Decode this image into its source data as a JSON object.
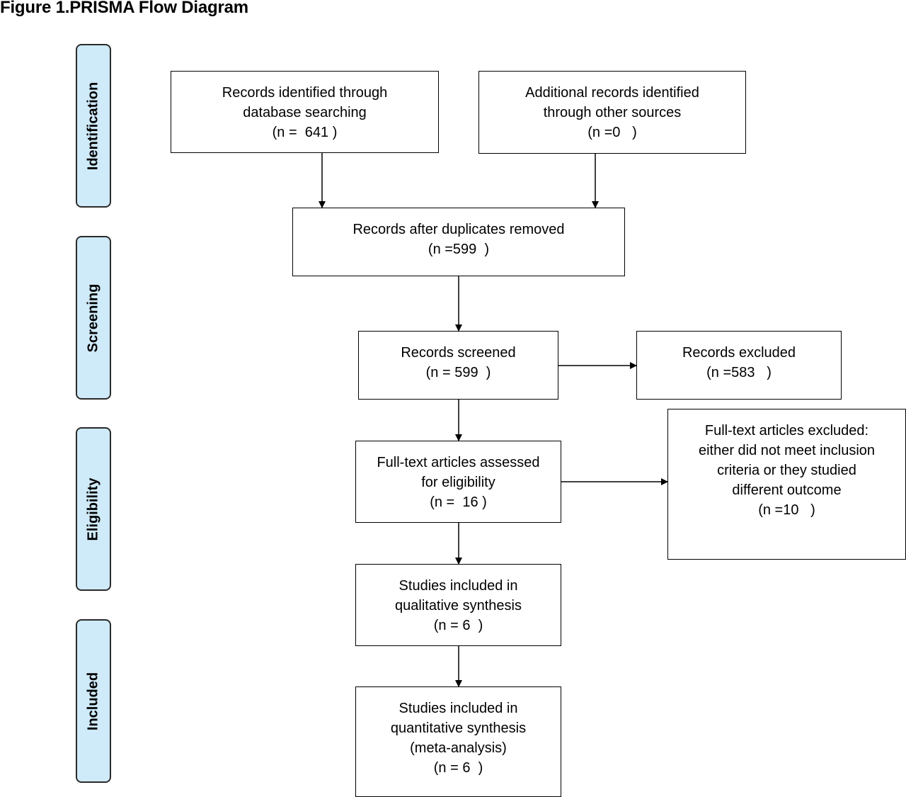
{
  "title": "Figure 1.PRISMA Flow Diagram",
  "stages": [
    {
      "id": "identification",
      "label": "Identification"
    },
    {
      "id": "screening",
      "label": "Screening"
    },
    {
      "id": "eligibility",
      "label": "Eligibility"
    },
    {
      "id": "included",
      "label": "Included"
    }
  ],
  "boxes": {
    "db_search": {
      "text": "Records identified through\ndatabase searching",
      "count": "(n =  641 )"
    },
    "other_sources": {
      "text": "Additional records identified\nthrough other sources",
      "count": "(n =0   )"
    },
    "after_duplicates": {
      "text": "Records after duplicates removed",
      "count": "(n =599  )"
    },
    "screened": {
      "text": "Records screened",
      "count": "(n = 599  )"
    },
    "excluded": {
      "text": "Records excluded",
      "count": "(n =583   )"
    },
    "fulltext_assessed": {
      "text": "Full-text articles assessed\nfor eligibility",
      "count": "(n =  16 )"
    },
    "fulltext_excluded": {
      "text": "Full-text articles excluded:\neither did not meet inclusion\ncriteria or they studied\ndifferent outcome",
      "count": "(n =10   )"
    },
    "qualitative": {
      "text": "Studies included in\nqualitative synthesis",
      "count": "(n = 6  )"
    },
    "quantitative": {
      "text": "Studies included in\nquantitative synthesis\n(meta-analysis)",
      "count": "(n = 6  )"
    }
  }
}
